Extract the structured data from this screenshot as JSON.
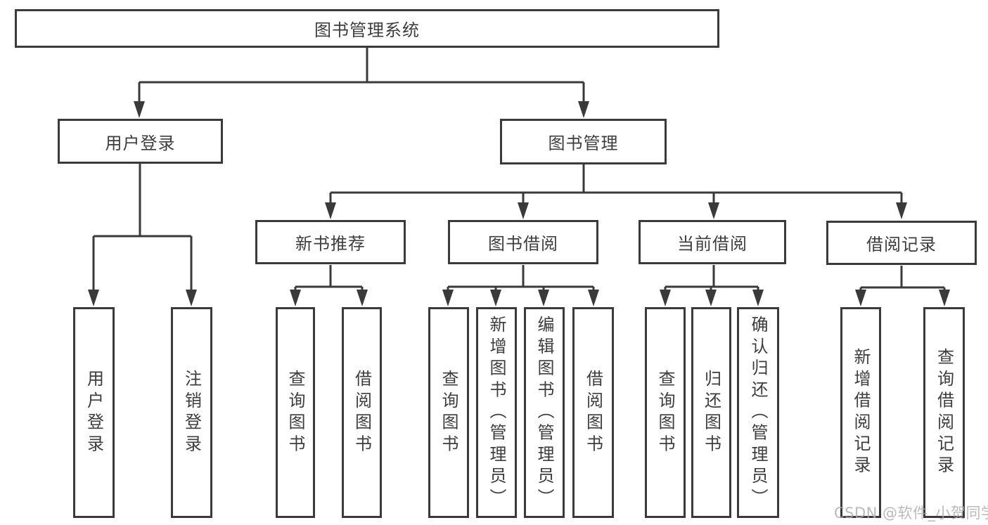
{
  "diagram": {
    "root": {
      "label": "图书管理系统"
    },
    "level2": {
      "user_login": {
        "label": "用户登录",
        "leaves": [
          "用户登录",
          "注销登录"
        ]
      },
      "book_mgmt": {
        "label": "图书管理"
      }
    },
    "level3": {
      "new_book_recommend": {
        "label": "新书推荐",
        "leaves": [
          "查询图书",
          "借阅图书"
        ]
      },
      "book_borrow": {
        "label": "图书借阅",
        "leaves": [
          "查询图书",
          "新增图书（管理员）",
          "编辑图书（管理员）",
          "借阅图书"
        ]
      },
      "current_borrow": {
        "label": "当前借阅",
        "leaves": [
          "查询图书",
          "归还图书",
          "确认归还（管理员）"
        ]
      },
      "borrow_record": {
        "label": "借阅记录",
        "leaves": [
          "新增借阅记录",
          "查询借阅记录"
        ]
      }
    }
  },
  "watermark": {
    "text": "CSDN @软件_小贺同学"
  },
  "colors": {
    "line": "#3a3a3a",
    "text": "#3d3d3d",
    "background": "#ffffff",
    "watermark_text": "#aaaaaa"
  }
}
